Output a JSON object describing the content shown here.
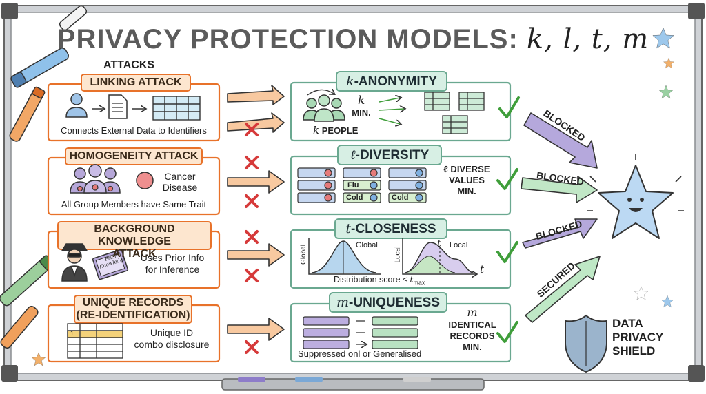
{
  "title": {
    "text": "PRIVACY PROTECTION MODELS:",
    "vars": "k, l, t, m"
  },
  "attacks_header": "ATTACKS",
  "attacks": [
    {
      "label": "LINKING ATTACK",
      "desc": "Connects External Data to Identifiers"
    },
    {
      "label": "HOMOGENEITY ATTACK",
      "desc": "All Group Members have Same Trait",
      "side": "Cancer\nDisease"
    },
    {
      "label": "BACKGROUND KNOWLEDGE\nATTACK",
      "side": "Uses Prior Info\nfor Inference",
      "book": "Prior\nKnowledge"
    },
    {
      "label": "UNIQUE RECORDS\n(RE-IDENTIFICATION)",
      "side": "Unique ID\ncombo disclosure",
      "row_num": "1"
    }
  ],
  "models": [
    {
      "var": "k",
      "label": "-ANONYMITY",
      "min_var": "k",
      "min_text": "MIN.",
      "caption_var": "k",
      "caption": "PEOPLE"
    },
    {
      "var": "ℓ",
      "label": "-DIVERSITY",
      "note": "ℓ DIVERSE\nVALUES\nMIN.",
      "cells": [
        "Flu",
        "Cold",
        "Cold"
      ]
    },
    {
      "var": "t",
      "label": "-CLOSENESS",
      "axis_left": "Global",
      "curve_left": "Global",
      "axis_right": "Local",
      "curve_right": "Local",
      "t_mark": "t",
      "t_axis": "t",
      "caption": "Distribution score ≤ ",
      "caption_var": "t",
      "caption_sub": "max"
    },
    {
      "var": "m",
      "label": "-UNIQUENESS",
      "note_var": "m",
      "note": "IDENTICAL\nRECORDS\nMIN.",
      "caption": "Suppressed onl or Generalised"
    }
  ],
  "outcomes": [
    "BLOCKED",
    "BLOCKED",
    "BLOCKED",
    "SECURED"
  ],
  "shield_text": "DATA\nPRIVACY\nSHIELD",
  "colors": {
    "attack": "#e8722a",
    "attack_fill": "#fde6cf",
    "model": "#6aa890",
    "model_fill": "#d7efe4",
    "cross": "#d63a3a",
    "check": "#3f9e3a",
    "blocked": "#a99ad6",
    "secured": "#8fd29a",
    "star": "#bcd9f3"
  }
}
